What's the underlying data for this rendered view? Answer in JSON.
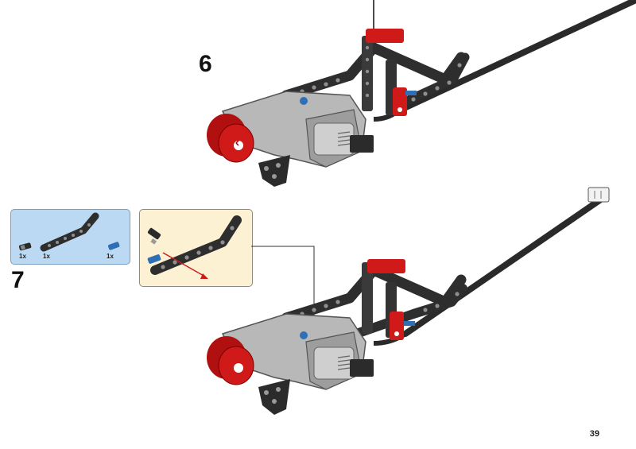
{
  "steps": [
    {
      "number": "6"
    },
    {
      "number": "7"
    }
  ],
  "parts_list": [
    {
      "icon": "black-axle-pin-icon",
      "qty": "1x"
    },
    {
      "icon": "black-angled-beam-icon",
      "qty": "1x"
    },
    {
      "icon": "blue-axle-pin-icon",
      "qty": "1x"
    }
  ],
  "page": {
    "number": "39"
  },
  "colors": {
    "parts_box_bg": "#bcd9f3",
    "callout_bg": "#fdf1d4",
    "lego_red": "#d01a1a",
    "lego_gray": "#b8b8b8",
    "lego_black": "#2b2b2b",
    "lego_blue": "#2f6fb5"
  }
}
